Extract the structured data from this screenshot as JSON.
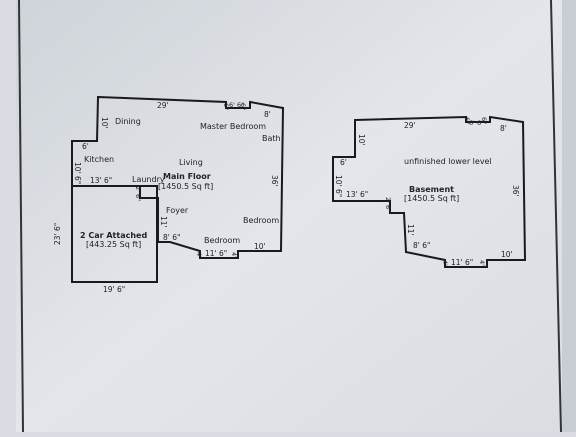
{
  "main_floor": {
    "rooms": {
      "dining": "Dining",
      "master_bedroom": "Master Bedroom",
      "bath": "Bath",
      "kitchen": "Kitchen",
      "living": "Living",
      "laundry": "Laundry",
      "foyer": "Foyer",
      "bedroom_right": "Bedroom",
      "bedroom_bottom": "Bedroom"
    },
    "title": "Main Floor",
    "area": "[1450.5 Sq ft]",
    "dims": {
      "top": "29'",
      "top_notch_left": "6\"",
      "top_notch_mid": "6' 6\"",
      "top_notch_right": "6\"",
      "right_top": "8'",
      "left_upper": "10'",
      "step_left": "6'",
      "left_kitchen": "10' 6\"",
      "right_side": "36'",
      "bottom_right": "10'",
      "mid_horizontal": "13' 6\"",
      "laundry_step": "2' 6\"",
      "foyer_vertical": "11'",
      "foyer_bottom": "8' 6\"",
      "bottom_notch_left": "4'",
      "bottom_notch_mid": "11' 6\"",
      "bottom_notch_right": "4'"
    }
  },
  "garage": {
    "title": "2 Car Attached",
    "area": "[443.25 Sq ft]",
    "dim_left": "23' 6\"",
    "dim_bottom": "19' 6\""
  },
  "basement": {
    "room": "unfinished lower level",
    "title": "Basement",
    "area": "[1450.5 Sq ft]",
    "dims": {
      "top": "29'",
      "top_notch_left": "6\"",
      "top_notch_mid": "6' 6\"",
      "top_notch_right": "6\"",
      "right_top": "8'",
      "left_upper": "10'",
      "step_left": "6'",
      "left_kitchen": "10' 6\"",
      "right_side": "36'",
      "bottom_right": "10'",
      "mid_horizontal": "13' 6\"",
      "step": "2' 6\"",
      "vertical": "11'",
      "bottom": "8' 6\"",
      "bottom_notch_left": "4'",
      "bottom_notch_mid": "11' 6\"",
      "bottom_notch_right": "4'"
    }
  }
}
